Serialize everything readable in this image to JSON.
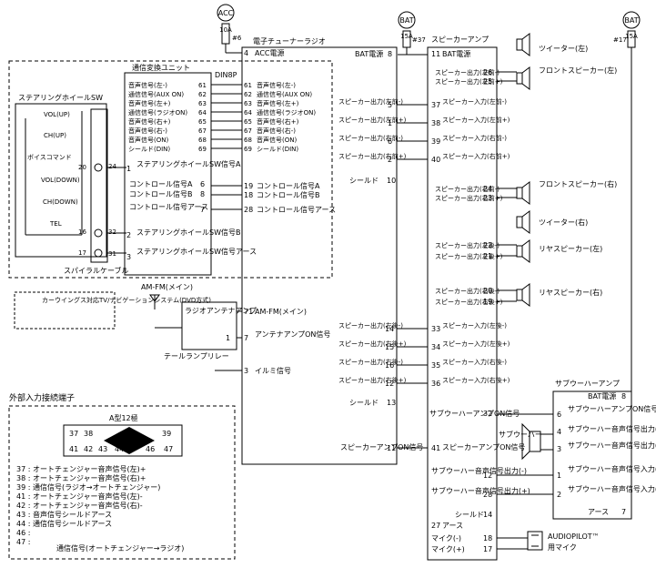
{
  "power_labels": {
    "acc": "ACC",
    "bat1": "BAT",
    "bat2": "BAT"
  },
  "fuse_marks": {
    "acc": "#6",
    "bat1": "#37",
    "bat2": "#17"
  },
  "fuse_ids": {
    "acc": "10A",
    "bat1": "15A",
    "bat2": "15A"
  },
  "radio": {
    "title": "電子チューナーラジオ",
    "acc_pin": "4",
    "acc_label": "ACC電源",
    "bat_label": "BAT電源",
    "bat_pin": "8",
    "am_fm_pin": "71",
    "am_fm_label": "AM-FM(メイン)",
    "antenna_pin": "7",
    "antenna_label": "アンテナアンプON信号",
    "illumi_pin": "3",
    "illumi_label": "イルミ信号",
    "outputs": [
      {
        "pin": "5",
        "label": "スピーカー出力(左前-)"
      },
      {
        "pin": "1",
        "label": "スピーカー出力(左前+)"
      },
      {
        "pin": "6",
        "label": "スピーカー出力(右前-)"
      },
      {
        "pin": "2",
        "label": "スピーカー出力(右前+)"
      }
    ],
    "shield1_pin": "10",
    "shield1_label": "シールド",
    "rear_outputs": [
      {
        "pin": "14",
        "label": "スピーカー出力(左後-)"
      },
      {
        "pin": "15",
        "label": "スピーカー出力(左後+)"
      },
      {
        "pin": "16",
        "label": "スピーカー出力(右後-)"
      },
      {
        "pin": "12",
        "label": "スピーカー出力(右後+)"
      }
    ],
    "shield2_pin": "13",
    "shield2_label": "シールド",
    "amp_on_pin": "11",
    "amp_on_label": "スピーカーアンプON信号",
    "left_signals": [
      {
        "pin": "61",
        "label": "音声信号(左-)"
      },
      {
        "pin": "62",
        "label": "通信信号(AUX ON)"
      },
      {
        "pin": "63",
        "label": "音声信号(左+)"
      },
      {
        "pin": "64",
        "label": "通信信号(ラジオON)"
      },
      {
        "pin": "65",
        "label": "音声信号(右+)"
      },
      {
        "pin": "67",
        "label": "音声信号(右-)"
      },
      {
        "pin": "68",
        "label": "音声信号(ON)"
      },
      {
        "pin": "69",
        "label": "シールド(DIN)"
      }
    ],
    "control": [
      {
        "pin": "19",
        "label": "コントロール信号A"
      },
      {
        "pin": "18",
        "label": "コントロール信号B"
      },
      {
        "pin": "28",
        "label": "コントロール信号アース"
      }
    ]
  },
  "conv_unit": {
    "title": "通信変換ユニット",
    "connector": "DIN8P",
    "signals": [
      {
        "pin": "61",
        "label": "音声信号(左-)"
      },
      {
        "pin": "62",
        "label": "通信信号(AUX ON)"
      },
      {
        "pin": "63",
        "label": "音声信号(左+)"
      },
      {
        "pin": "64",
        "label": "通信信号(ラジオON)"
      },
      {
        "pin": "65",
        "label": "音声信号(右+)"
      },
      {
        "pin": "67",
        "label": "音声信号(右-)"
      },
      {
        "pin": "68",
        "label": "音声信号(ON)"
      },
      {
        "pin": "69",
        "label": "シールド(DIN)"
      }
    ],
    "sw_signal_a": "ステアリングホイールSW信号A",
    "sw_pin_a": "1",
    "ctrl_a": "コントロール信号A",
    "ctrl_a_pin": "6",
    "ctrl_b": "コントロール信号B",
    "ctrl_b_pin": "8",
    "ctrl_gnd": "コントロール信号アース",
    "ctrl_gnd_pin": "7",
    "sw_signal_b": "ステアリングホイールSW信号B",
    "sw_pin_b": "2",
    "sw_gnd": "ステアリングホイールSW信号アース",
    "sw_gnd_pin": "3"
  },
  "steering": {
    "title": "ステアリングホイールSW",
    "buttons": [
      "VOL(UP)",
      "CH(UP)",
      "ボイスコマンド",
      "VOL(DOWN)",
      "CH(DOWN)",
      "TEL"
    ],
    "pins": {
      "p20": "20",
      "p24": "24",
      "p16": "16",
      "p32": "32",
      "p17": "17",
      "p31": "31"
    },
    "spiral": "スパイラルケーブル"
  },
  "carwings_note": "カーウイングス対応TV/ナビゲーションシステム(DVD方式)",
  "am_fm_main": "AM-FM(メイン)",
  "antenna_amp": {
    "title": "ラジオアンテナアンプ",
    "pin": "1"
  },
  "tail_relay": "テールランプリレー",
  "speaker_amp": {
    "title": "スピーカーアンプ",
    "bat_pin": "11",
    "bat_label": "BAT電源",
    "inputs": [
      {
        "pin": "37",
        "label": "スピーカー入力(左前-)"
      },
      {
        "pin": "38",
        "label": "スピーカー入力(左前+)"
      },
      {
        "pin": "39",
        "label": "スピーカー入力(右前-)"
      },
      {
        "pin": "40",
        "label": "スピーカー入力(右前+)"
      }
    ],
    "rear_inputs": [
      {
        "pin": "33",
        "label": "スピーカー入力(左後-)"
      },
      {
        "pin": "34",
        "label": "スピーカー入力(左後+)"
      },
      {
        "pin": "35",
        "label": "スピーカー入力(右後-)"
      },
      {
        "pin": "36",
        "label": "スピーカー入力(右後+)"
      }
    ],
    "outputs": [
      {
        "pin": "26",
        "label": "スピーカー出力(左前-)"
      },
      {
        "pin": "25",
        "label": "スピーカー出力(左前+)"
      },
      {
        "pin": "24",
        "label": "スピーカー出力(右前-)"
      },
      {
        "pin": "23",
        "label": "スピーカー出力(右前+)"
      },
      {
        "pin": "22",
        "label": "スピーカー出力(左後-)"
      },
      {
        "pin": "21",
        "label": "スピーカー出力(左後+)"
      },
      {
        "pin": "20",
        "label": "スピーカー出力(右後-)"
      },
      {
        "pin": "19",
        "label": "スピーカー出力(右後+)"
      }
    ],
    "amp_on_pin": "41",
    "amp_on_label": "スピーカーアンプON信号",
    "sub_on_pin": "32",
    "sub_on_label": "サブウーハーアンプON信号",
    "sub_out_neg_pin": "12",
    "sub_out_neg": "サブウーハー音声信号出力(-)",
    "sub_out_pos_pin": "28",
    "sub_out_pos": "サブウーハー音声信号出力(+)",
    "shield_pin": "14",
    "shield_label": "シールド",
    "gnd_pin": "27",
    "gnd_label": "アース",
    "mic_neg_pin": "18",
    "mic_neg": "マイク(-)",
    "mic_pos_pin": "17",
    "mic_pos": "マイク(+)"
  },
  "speakers": {
    "tweeter_l": "ツイーター(左)",
    "front_l": "フロントスピーカー(左)",
    "front_r": "フロントスピーカー(右)",
    "tweeter_r": "ツイーター(右)",
    "rear_l": "リヤスピーカー(左)",
    "rear_r": "リヤスピーカー(右)",
    "woofer": "サブウーハー"
  },
  "sub_amp": {
    "title": "サブウーハーアンプ",
    "bat_label": "BAT電源",
    "bat_pin": "8",
    "on_pin": "6",
    "on_label": "サブウーハーアンプON信号",
    "out_neg_pin": "4",
    "out_neg": "サブウーハー音声信号出力(-)",
    "out_pos_pin": "3",
    "out_pos": "サブウーハー音声信号出力(+)",
    "in_neg_pin": "1",
    "in_neg": "サブウーハー音声信号入力(-)",
    "in_pos_pin": "2",
    "in_pos": "サブウーハー音声信号入力(+)",
    "gnd_pin": "7",
    "gnd_label": "アース"
  },
  "mic": {
    "title": "AUDIOPILOT™",
    "subtitle": "用マイク"
  },
  "ext_input": {
    "title": "外部入力接続端子",
    "type": "A型12極",
    "row1": [
      "37",
      "38",
      "39"
    ],
    "row2": [
      "41",
      "42",
      "43",
      "44",
      "46",
      "47"
    ],
    "legend": [
      "37 : オートチェンジャー音声信号(左)+",
      "38 : オートチェンジャー音声信号(右)+",
      "39 : 通信信号(ラジオ→オートチェンジャー)",
      "41 : オートチェンジャー音声信号(左)-",
      "42 : オートチェンジャー音声信号(右)-",
      "43 : 音声信号シールドアース",
      "44 : 通信信号シールドアース",
      "46 :",
      "47 :"
    ],
    "brace_label": "通信信号(オートチェンジャー→ラジオ)"
  }
}
